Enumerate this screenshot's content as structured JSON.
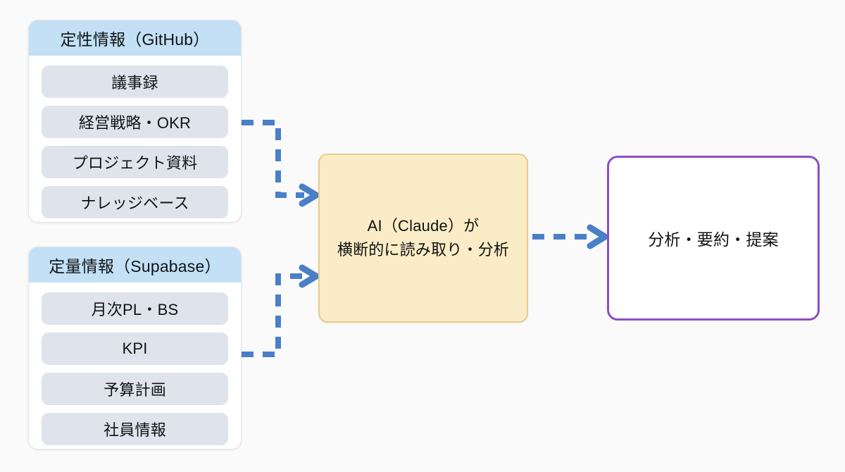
{
  "diagram": {
    "title": "AI data flow diagram",
    "background_color": "#fafafa",
    "accent_colors": {
      "source_header": "#c3e0f5",
      "source_pill": "#dfe4ec",
      "process_fill": "#faecc6",
      "process_border": "#e6cd8a",
      "output_border": "#8e4ec6",
      "connector": "#4a7fc8"
    },
    "sources": [
      {
        "id": "qualitative",
        "header": "定性情報（GitHub）",
        "items": [
          {
            "label": "議事録"
          },
          {
            "label": "経営戦略・OKR"
          },
          {
            "label": "プロジェクト資料"
          },
          {
            "label": "ナレッジベース"
          }
        ]
      },
      {
        "id": "quantitative",
        "header": "定量情報（Supabase）",
        "items": [
          {
            "label": "月次PL・BS"
          },
          {
            "label": "KPI"
          },
          {
            "label": "予算計画"
          },
          {
            "label": "社員情報"
          }
        ]
      }
    ],
    "process": {
      "line1": "AI（Claude）が",
      "line2": "横断的に読み取り・分析"
    },
    "output": {
      "label": "分析・要約・提案"
    },
    "connectors": [
      {
        "id": "qualitative-to-ai",
        "from": "qualitative",
        "to": "process",
        "style": "dashed-elbow-arrow"
      },
      {
        "id": "quantitative-to-ai",
        "from": "quantitative",
        "to": "process",
        "style": "dashed-elbow-arrow"
      },
      {
        "id": "ai-to-output",
        "from": "process",
        "to": "output",
        "style": "dashed-straight-arrow"
      }
    ]
  }
}
